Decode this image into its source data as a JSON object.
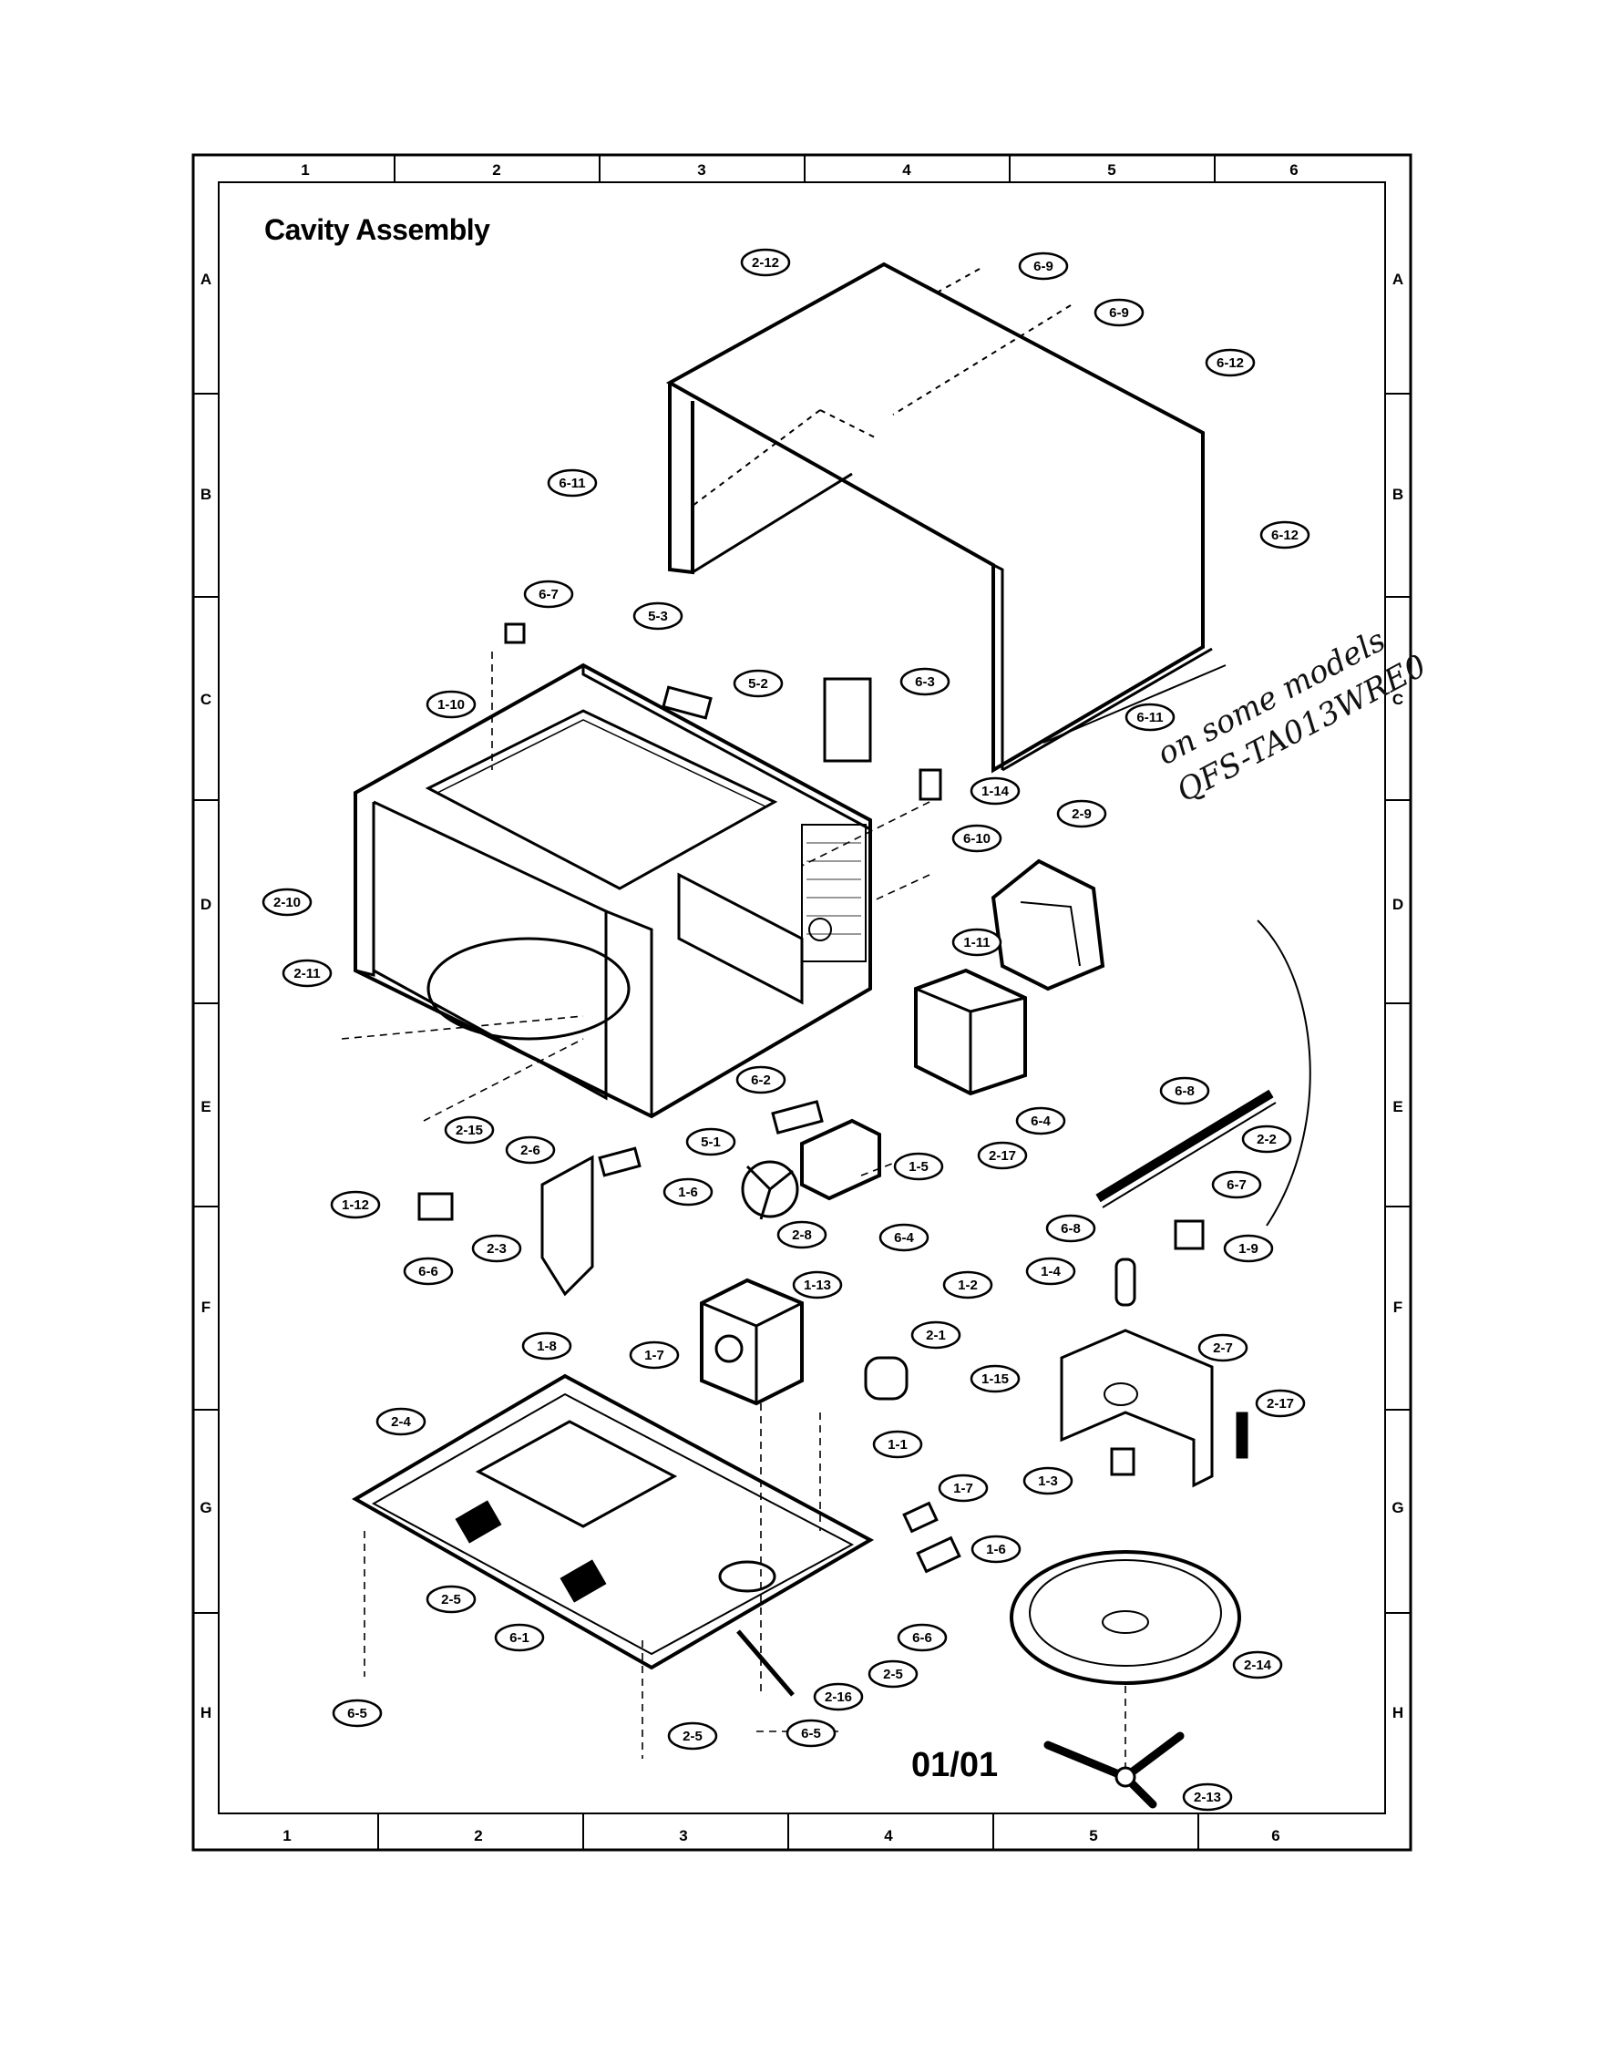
{
  "document": {
    "title": "Cavity Assembly",
    "page_number": "01/01",
    "handwritten_note": [
      "on some models",
      "QFS-TA013WRE0"
    ]
  },
  "grid": {
    "columns": [
      "1",
      "2",
      "3",
      "4",
      "5",
      "6"
    ],
    "rows": [
      "A",
      "B",
      "C",
      "D",
      "E",
      "F",
      "G",
      "H"
    ]
  },
  "callouts": [
    {
      "label": "2-12"
    },
    {
      "label": "6-9"
    },
    {
      "label": "6-9"
    },
    {
      "label": "6-12"
    },
    {
      "label": "6-11"
    },
    {
      "label": "6-12"
    },
    {
      "label": "6-7"
    },
    {
      "label": "5-3"
    },
    {
      "label": "5-2"
    },
    {
      "label": "6-3"
    },
    {
      "label": "1-10"
    },
    {
      "label": "6-11"
    },
    {
      "label": "1-14"
    },
    {
      "label": "2-9"
    },
    {
      "label": "6-10"
    },
    {
      "label": "2-10"
    },
    {
      "label": "1-11"
    },
    {
      "label": "2-11"
    },
    {
      "label": "6-2"
    },
    {
      "label": "6-8"
    },
    {
      "label": "6-4"
    },
    {
      "label": "2-17"
    },
    {
      "label": "2-2"
    },
    {
      "label": "5-1"
    },
    {
      "label": "2-15"
    },
    {
      "label": "2-6"
    },
    {
      "label": "1-5"
    },
    {
      "label": "1-12"
    },
    {
      "label": "1-6"
    },
    {
      "label": "2-8"
    },
    {
      "label": "2-3"
    },
    {
      "label": "6-6"
    },
    {
      "label": "6-4"
    },
    {
      "label": "6-7"
    },
    {
      "label": "6-8"
    },
    {
      "label": "1-9"
    },
    {
      "label": "1-13"
    },
    {
      "label": "1-2"
    },
    {
      "label": "1-4"
    },
    {
      "label": "2-1"
    },
    {
      "label": "1-8"
    },
    {
      "label": "1-7"
    },
    {
      "label": "2-7"
    },
    {
      "label": "1-15"
    },
    {
      "label": "2-4"
    },
    {
      "label": "1-1"
    },
    {
      "label": "2-17"
    },
    {
      "label": "1-3"
    },
    {
      "label": "1-7"
    },
    {
      "label": "1-6"
    },
    {
      "label": "2-5"
    },
    {
      "label": "6-6"
    },
    {
      "label": "6-1"
    },
    {
      "label": "2-5"
    },
    {
      "label": "2-14"
    },
    {
      "label": "2-16"
    },
    {
      "label": "6-5"
    },
    {
      "label": "2-5"
    },
    {
      "label": "6-5"
    },
    {
      "label": "2-13"
    }
  ]
}
